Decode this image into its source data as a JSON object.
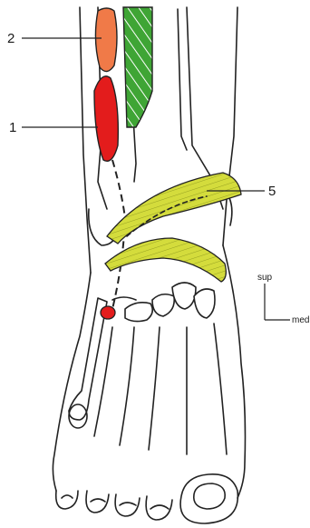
{
  "labels": {
    "one": "1",
    "two": "2",
    "five": "5"
  },
  "orientation": {
    "sup": "sup",
    "med": "med"
  },
  "colors": {
    "muscle_2": "#f07a48",
    "muscle_1": "#e31c1c",
    "tendon_green": "#3fa535",
    "retinaculum": "#d4dc3c",
    "outline": "#222222"
  }
}
